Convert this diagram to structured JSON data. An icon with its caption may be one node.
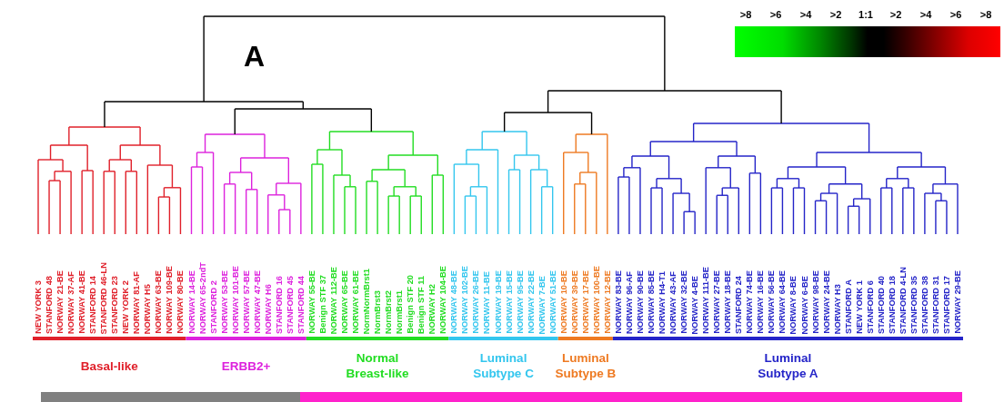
{
  "diagram": {
    "nodes": [
      {
        "text": [],
        "shape": "bar",
        "beside": [
          ">8",
          ">6",
          ">4",
          ">2",
          "1:1",
          ">2",
          ">4",
          ">6",
          ">8"
        ]
      }
    ],
    "labels": [
      "A",
      "NEW YORK 3",
      "STANFORD 48",
      "NORWAY 21-BE",
      "NORWAY 37-AF",
      "NORWAY 41-BE",
      "STANFORD 14",
      "STANFORD 46-LN",
      "STANFORD 23",
      "NEW YORK 2",
      "NORWAY 81-AF",
      "NORWAY H5",
      "NORWAY 63-BE",
      "NORWAY 109-BE",
      "NORWAY 80-BE",
      "NORWAY 14-BE",
      "NORWAY 65-2ndT",
      "STANFORD 2",
      "NORWAY 53-BE",
      "NORWAY 101-BE",
      "NORWAY 57-BE",
      "NORWAY 47-BE",
      "NORWAY H6",
      "STANFORD 16",
      "STANFORD 45",
      "STANFORD 44",
      "NORWAY 55-BE",
      "Benign STF 37",
      "NORWAY 112-BE",
      "NORWAY 65-BE",
      "NORWAY 61-BE",
      "NormNormBrst1",
      "NormBrst3",
      "NormBrst2",
      "NormBrst1",
      "Benign STF 20",
      "Benign STF 11",
      "NORWAY H2",
      "NORWAY 104-BE",
      "NORWAY 48-BE",
      "NORWAY 102-BE",
      "NORWAY 26-BE",
      "NORWAY 11-BE",
      "NORWAY 19-BE",
      "NORWAY 15-BE",
      "NORWAY 95-BE",
      "NORWAY 22-BE",
      "NORWAY 7-BE",
      "NORWAY 51-BE",
      "NORWAY 10-BE",
      "NORWAY 39-BE",
      "NORWAY 17-BE",
      "NORWAY 100-BE",
      "NORWAY 12-BE",
      "NORWAY 83-BE",
      "NORWAY 96-AF",
      "NORWAY 90-BE",
      "NORWAY 85-BE",
      "NORWAY H4-T1",
      "NORWAY 43-AF",
      "NORWAY 32-BE",
      "NORWAY 4-BE",
      "NORWAY 111-BE",
      "NORWAY 27-BE",
      "NORWAY 18-BE",
      "STANFORD 24",
      "NORWAY 74-BE",
      "NORWAY 16-BE",
      "NORWAY 56-BE",
      "NORWAY 64-BE",
      "NORWAY 8-BE",
      "NORWAY 6-BE",
      "NORWAY 98-BE",
      "NORWAY 24-BE",
      "NORWAY H3",
      "STANFORD A",
      "NEW YORK 1",
      "STANFORD 6",
      "STANFORD 40",
      "STANFORD 18",
      "STANFORD 4-LN",
      "STANFORD 35",
      "STANFORD 38",
      "STANFORD 31",
      "STANFORD 17",
      "NORWAY 29-BE",
      "Basal-like",
      "ERBB2+",
      "Normal Breast-like",
      "Luminal Subtype C",
      "Luminal Subtype B",
      "Luminal Subtype A"
    ]
  }
}
